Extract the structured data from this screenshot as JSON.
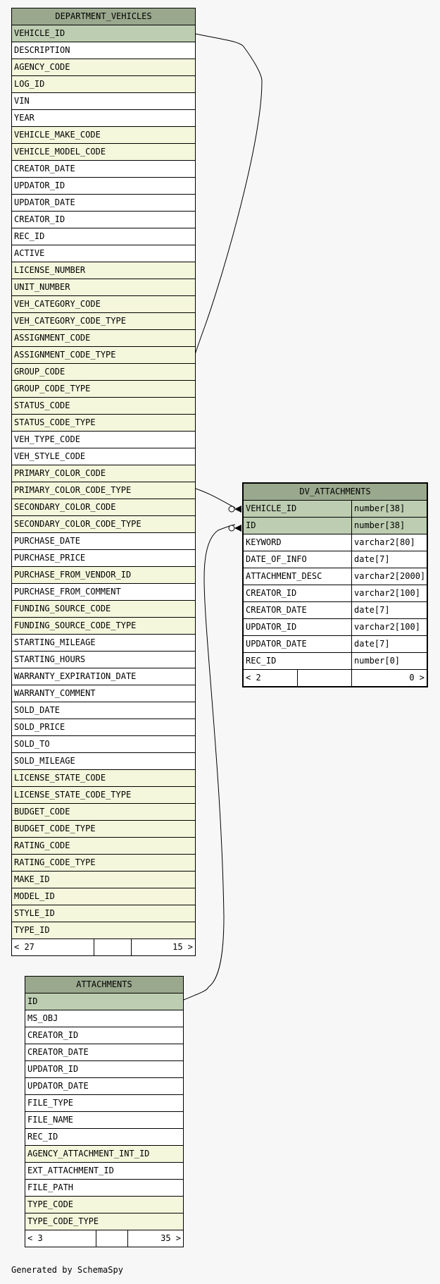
{
  "department_vehicles": {
    "title": "DEPARTMENT_VEHICLES",
    "rows": [
      {
        "name": "VEHICLE_ID",
        "kind": "pk"
      },
      {
        "name": "DESCRIPTION",
        "kind": "plain"
      },
      {
        "name": "AGENCY_CODE",
        "kind": "fk"
      },
      {
        "name": "LOG_ID",
        "kind": "fk"
      },
      {
        "name": "VIN",
        "kind": "plain"
      },
      {
        "name": "YEAR",
        "kind": "plain"
      },
      {
        "name": "VEHICLE_MAKE_CODE",
        "kind": "fk"
      },
      {
        "name": "VEHICLE_MODEL_CODE",
        "kind": "fk"
      },
      {
        "name": "CREATOR_DATE",
        "kind": "plain"
      },
      {
        "name": "UPDATOR_ID",
        "kind": "plain"
      },
      {
        "name": "UPDATOR_DATE",
        "kind": "plain"
      },
      {
        "name": "CREATOR_ID",
        "kind": "plain"
      },
      {
        "name": "REC_ID",
        "kind": "plain"
      },
      {
        "name": "ACTIVE",
        "kind": "plain"
      },
      {
        "name": "LICENSE_NUMBER",
        "kind": "fk"
      },
      {
        "name": "UNIT_NUMBER",
        "kind": "fk"
      },
      {
        "name": "VEH_CATEGORY_CODE",
        "kind": "fk"
      },
      {
        "name": "VEH_CATEGORY_CODE_TYPE",
        "kind": "fk"
      },
      {
        "name": "ASSIGNMENT_CODE",
        "kind": "fk"
      },
      {
        "name": "ASSIGNMENT_CODE_TYPE",
        "kind": "fk"
      },
      {
        "name": "GROUP_CODE",
        "kind": "fk"
      },
      {
        "name": "GROUP_CODE_TYPE",
        "kind": "fk"
      },
      {
        "name": "STATUS_CODE",
        "kind": "fk"
      },
      {
        "name": "STATUS_CODE_TYPE",
        "kind": "fk"
      },
      {
        "name": "VEH_TYPE_CODE",
        "kind": "plain"
      },
      {
        "name": "VEH_STYLE_CODE",
        "kind": "plain"
      },
      {
        "name": "PRIMARY_COLOR_CODE",
        "kind": "fk"
      },
      {
        "name": "PRIMARY_COLOR_CODE_TYPE",
        "kind": "fk"
      },
      {
        "name": "SECONDARY_COLOR_CODE",
        "kind": "fk"
      },
      {
        "name": "SECONDARY_COLOR_CODE_TYPE",
        "kind": "fk"
      },
      {
        "name": "PURCHASE_DATE",
        "kind": "plain"
      },
      {
        "name": "PURCHASE_PRICE",
        "kind": "plain"
      },
      {
        "name": "PURCHASE_FROM_VENDOR_ID",
        "kind": "fk"
      },
      {
        "name": "PURCHASE_FROM_COMMENT",
        "kind": "plain"
      },
      {
        "name": "FUNDING_SOURCE_CODE",
        "kind": "fk"
      },
      {
        "name": "FUNDING_SOURCE_CODE_TYPE",
        "kind": "fk"
      },
      {
        "name": "STARTING_MILEAGE",
        "kind": "plain"
      },
      {
        "name": "STARTING_HOURS",
        "kind": "plain"
      },
      {
        "name": "WARRANTY_EXPIRATION_DATE",
        "kind": "plain"
      },
      {
        "name": "WARRANTY_COMMENT",
        "kind": "plain"
      },
      {
        "name": "SOLD_DATE",
        "kind": "plain"
      },
      {
        "name": "SOLD_PRICE",
        "kind": "plain"
      },
      {
        "name": "SOLD_TO",
        "kind": "plain"
      },
      {
        "name": "SOLD_MILEAGE",
        "kind": "plain"
      },
      {
        "name": "LICENSE_STATE_CODE",
        "kind": "fk"
      },
      {
        "name": "LICENSE_STATE_CODE_TYPE",
        "kind": "fk"
      },
      {
        "name": "BUDGET_CODE",
        "kind": "fk"
      },
      {
        "name": "BUDGET_CODE_TYPE",
        "kind": "fk"
      },
      {
        "name": "RATING_CODE",
        "kind": "fk"
      },
      {
        "name": "RATING_CODE_TYPE",
        "kind": "fk"
      },
      {
        "name": "MAKE_ID",
        "kind": "fk"
      },
      {
        "name": "MODEL_ID",
        "kind": "fk"
      },
      {
        "name": "STYLE_ID",
        "kind": "fk"
      },
      {
        "name": "TYPE_ID",
        "kind": "fk"
      }
    ],
    "footer": {
      "parents": "< 27",
      "children": "15 >"
    }
  },
  "dv_attachments": {
    "title": "DV_ATTACHMENTS",
    "rows": [
      {
        "name": "VEHICLE_ID",
        "type": "number[38]",
        "kind": "pk"
      },
      {
        "name": "ID",
        "type": "number[38]",
        "kind": "pk"
      },
      {
        "name": "KEYWORD",
        "type": "varchar2[80]",
        "kind": "plain"
      },
      {
        "name": "DATE_OF_INFO",
        "type": "date[7]",
        "kind": "plain"
      },
      {
        "name": "ATTACHMENT_DESC",
        "type": "varchar2[2000]",
        "kind": "plain"
      },
      {
        "name": "CREATOR_ID",
        "type": "varchar2[100]",
        "kind": "plain"
      },
      {
        "name": "CREATOR_DATE",
        "type": "date[7]",
        "kind": "plain"
      },
      {
        "name": "UPDATOR_ID",
        "type": "varchar2[100]",
        "kind": "plain"
      },
      {
        "name": "UPDATOR_DATE",
        "type": "date[7]",
        "kind": "plain"
      },
      {
        "name": "REC_ID",
        "type": "number[0]",
        "kind": "plain"
      }
    ],
    "footer": {
      "parents": "< 2",
      "children": "0 >"
    }
  },
  "attachments": {
    "title": "ATTACHMENTS",
    "rows": [
      {
        "name": "ID",
        "kind": "pk"
      },
      {
        "name": "MS_OBJ",
        "kind": "plain"
      },
      {
        "name": "CREATOR_ID",
        "kind": "plain"
      },
      {
        "name": "CREATOR_DATE",
        "kind": "plain"
      },
      {
        "name": "UPDATOR_ID",
        "kind": "plain"
      },
      {
        "name": "UPDATOR_DATE",
        "kind": "plain"
      },
      {
        "name": "FILE_TYPE",
        "kind": "plain"
      },
      {
        "name": "FILE_NAME",
        "kind": "plain"
      },
      {
        "name": "REC_ID",
        "kind": "plain"
      },
      {
        "name": "AGENCY_ATTACHMENT_INT_ID",
        "kind": "fk"
      },
      {
        "name": "EXT_ATTACHMENT_ID",
        "kind": "plain"
      },
      {
        "name": "FILE_PATH",
        "kind": "plain"
      },
      {
        "name": "TYPE_CODE",
        "kind": "fk"
      },
      {
        "name": "TYPE_CODE_TYPE",
        "kind": "fk"
      }
    ],
    "footer": {
      "parents": "< 3",
      "children": "35 >"
    }
  },
  "generated_by": "Generated by SchemaSpy",
  "colors": {
    "title": "#9aa88d",
    "primary_key": "#bdcdb1",
    "foreign_key": "#f4f7dc",
    "background": "#f7f7f7"
  }
}
